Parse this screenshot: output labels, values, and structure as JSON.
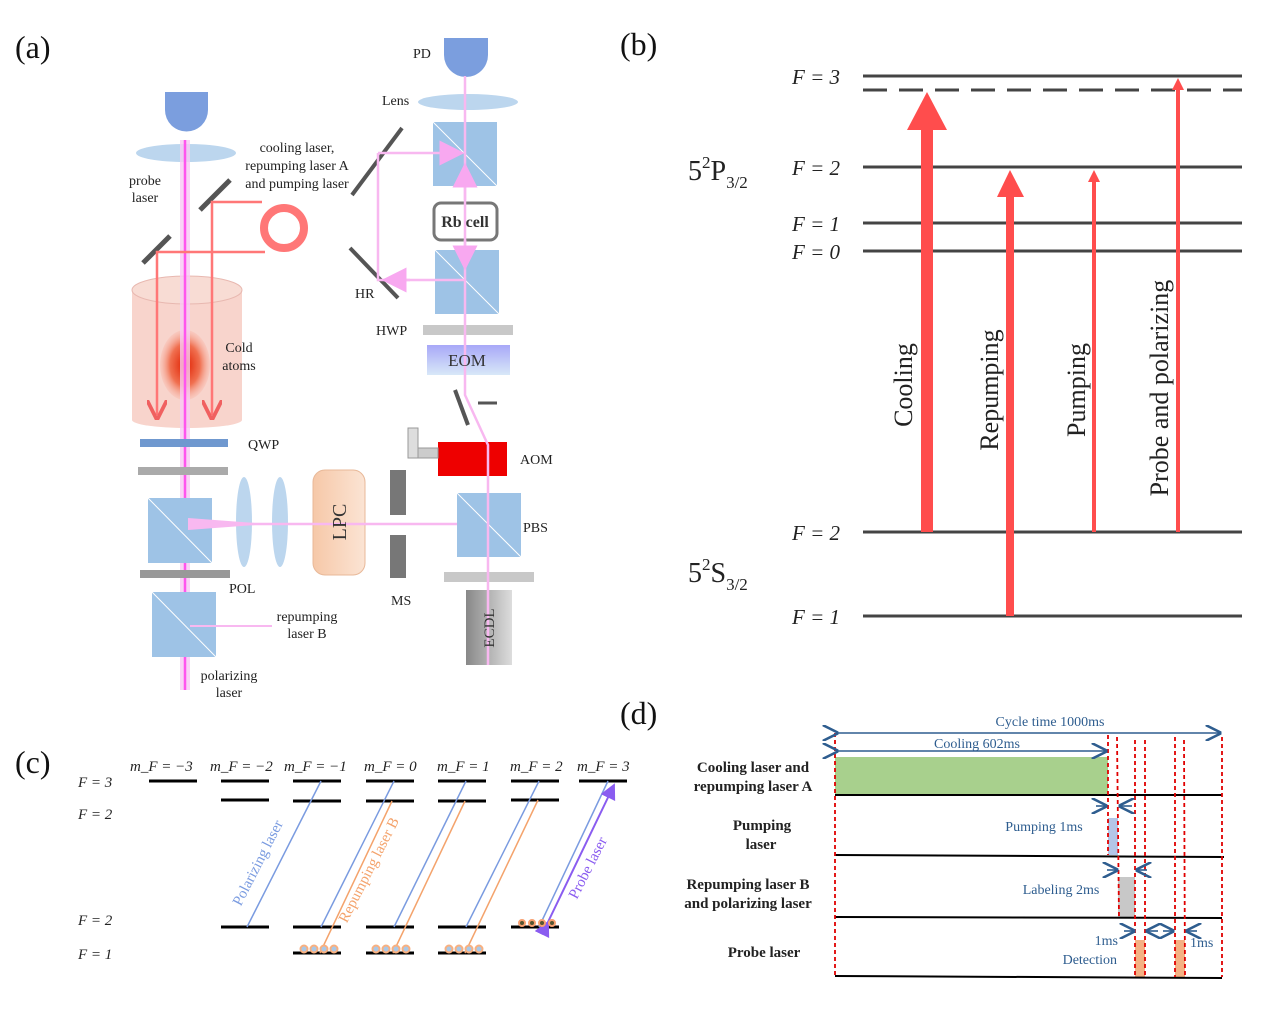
{
  "panels": {
    "a": "(a)",
    "b": "(b)",
    "c": "(c)",
    "d": "(d)"
  },
  "setup": {
    "probe_laser": [
      "probe",
      "laser"
    ],
    "input_lasers": [
      "cooling laser,",
      "repumping laser A",
      "and pumping laser"
    ],
    "cold_atoms": [
      "Cold",
      "atoms"
    ],
    "qwp": "QWP",
    "pol": "POL",
    "repumping_b": [
      "repumping",
      "laser B"
    ],
    "polarizing": [
      "polarizing",
      "laser"
    ],
    "lpc": "LPC",
    "ms": "MS",
    "pd": "PD",
    "lens": "Lens",
    "rb_cell": "Rb cell",
    "hr": "HR",
    "hwp": "HWP",
    "eom": "EOM",
    "aom": "AOM",
    "pbs": "PBS",
    "ecdl": "ECDL"
  },
  "levels": {
    "excited_term": {
      "base": "5",
      "sup": "2",
      "letter": "P",
      "sub": "3/2"
    },
    "ground_term": {
      "base": "5",
      "sup": "2",
      "letter": "S",
      "sub": "3/2"
    },
    "excited": [
      "F = 3",
      "F = 2",
      "F = 1",
      "F = 0"
    ],
    "ground": [
      "F = 2",
      "F = 1"
    ],
    "transitions": [
      "Cooling",
      "Repumping",
      "Pumping",
      "Probe and polarizing"
    ],
    "colors": {
      "arrow": "#ff4d4d",
      "level": "#444444"
    }
  },
  "zeeman": {
    "mf_labels": [
      "m_F = −3",
      "m_F = −2",
      "m_F = −1",
      "m_F = 0",
      "m_F = 1",
      "m_F = 2",
      "m_F = 3"
    ],
    "f_labels": [
      "F = 3",
      "F = 2",
      "F = 2",
      "F = 1"
    ],
    "polarizing_laser": "Polarizing laser",
    "repumping_laser_b": "Repumping  laser B",
    "probe_laser": "Probe laser",
    "colors": {
      "polarizing": "#7a9be0",
      "repumping": "#f4a36c",
      "probe": "#8a5cf0"
    }
  },
  "timing": {
    "cycle": "Cycle time  1000ms",
    "cooling": "Cooling 602ms",
    "rows": [
      [
        "Cooling laser and",
        "repumping laser A"
      ],
      [
        "Pumping",
        "laser"
      ],
      [
        "Repumping laser B",
        "and polarizing laser"
      ],
      [
        "Probe laser"
      ]
    ],
    "pumping": "Pumping 1ms",
    "labeling": "Labeling 2ms",
    "one_ms_left": "1ms",
    "detection": "Detection",
    "one_ms_right": "1ms",
    "colors": {
      "cooling": "#a8d08d",
      "pumping": "#b4c6e7",
      "labeling": "#c8c8c8",
      "probe": "#f4b183",
      "guides": "#e00000",
      "arrows": "#2e5d8f"
    }
  }
}
